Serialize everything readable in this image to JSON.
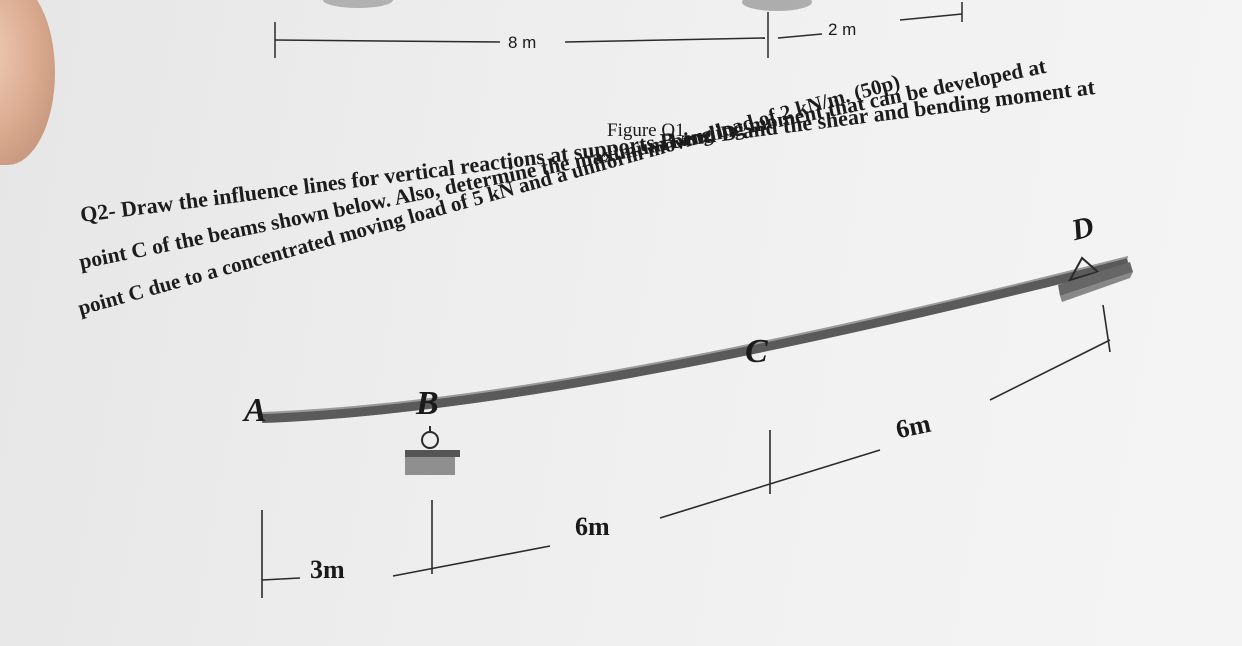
{
  "dimensions_top": {
    "span_left": "8 m",
    "span_right": "2 m"
  },
  "figure_caption": "Figure Q1",
  "question": {
    "line1": "Q2- Draw the influence lines for vertical reactions at supports B and D and the shear and bending moment at",
    "line2": "point C of the beams shown below. Also, determine the maximum bending moment that can be developed at",
    "line3": "point C due to a concentrated moving load of 5 kN and a uniform moving load of 2 kN/m. (50p)"
  },
  "beam_points": {
    "a": "A",
    "b": "B",
    "c": "C",
    "d": "D"
  },
  "dimensions_bottom": {
    "a_to_b": "3m",
    "b_to_c": "6m",
    "c_to_d": "6m"
  }
}
